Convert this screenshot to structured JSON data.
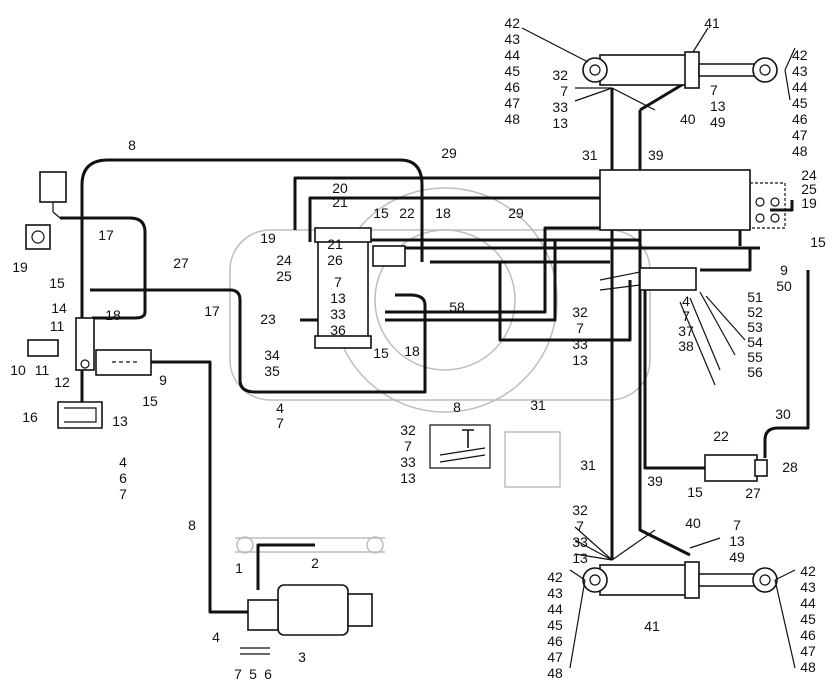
{
  "labels": [
    {
      "id": "top-left-stack",
      "lines": [
        "42",
        "43",
        "44",
        "45",
        "46",
        "47",
        "48"
      ]
    },
    {
      "id": "top-cyl",
      "lines": [
        "41"
      ]
    },
    {
      "id": "top-right-stack",
      "lines": [
        "42",
        "43",
        "44",
        "45",
        "46",
        "47",
        "48"
      ]
    },
    {
      "id": "top-mid-a",
      "lines": [
        "32",
        "7",
        "33",
        "13"
      ]
    },
    {
      "id": "top-mid-b",
      "lines": [
        "7",
        "13",
        "49"
      ]
    },
    {
      "id": "top-40",
      "lines": [
        "40"
      ]
    },
    {
      "id": "top-31",
      "lines": [
        "31"
      ]
    },
    {
      "id": "top-39",
      "lines": [
        "39"
      ]
    },
    {
      "id": "l8-top",
      "lines": [
        "8"
      ]
    },
    {
      "id": "l29",
      "lines": [
        "29"
      ]
    },
    {
      "id": "l17a",
      "lines": [
        "17"
      ]
    },
    {
      "id": "l19a",
      "lines": [
        "19"
      ]
    },
    {
      "id": "l20-21",
      "lines": [
        "20",
        "21"
      ]
    },
    {
      "id": "l15a",
      "lines": [
        "15"
      ]
    },
    {
      "id": "l22a",
      "lines": [
        "22"
      ]
    },
    {
      "id": "l18a",
      "lines": [
        "18"
      ]
    },
    {
      "id": "l29b",
      "lines": [
        "29"
      ]
    },
    {
      "id": "l24-25-19",
      "lines": [
        "24",
        "25",
        "19"
      ]
    },
    {
      "id": "l15r",
      "lines": [
        "15"
      ]
    },
    {
      "id": "l19b",
      "lines": [
        "19"
      ]
    },
    {
      "id": "l21-26",
      "lines": [
        "21",
        "26"
      ]
    },
    {
      "id": "l24-25",
      "lines": [
        "24",
        "25"
      ]
    },
    {
      "id": "l27a",
      "lines": [
        "27"
      ]
    },
    {
      "id": "l17b",
      "lines": [
        "17"
      ]
    },
    {
      "id": "l7-13-33-36",
      "lines": [
        "7",
        "13",
        "33",
        "36"
      ]
    },
    {
      "id": "l58",
      "lines": [
        "58"
      ]
    },
    {
      "id": "l9-50",
      "lines": [
        "9",
        "50"
      ]
    },
    {
      "id": "l4-7-37-38",
      "lines": [
        "4",
        "7",
        "37",
        "38"
      ]
    },
    {
      "id": "l51-56",
      "lines": [
        "51",
        "52",
        "53",
        "54",
        "55",
        "56"
      ]
    },
    {
      "id": "l32-mid",
      "lines": [
        "32",
        "7",
        "33",
        "13"
      ]
    },
    {
      "id": "l15-left",
      "lines": [
        "15"
      ]
    },
    {
      "id": "l14",
      "lines": [
        "14"
      ]
    },
    {
      "id": "l11a",
      "lines": [
        "11"
      ]
    },
    {
      "id": "l18b",
      "lines": [
        "18"
      ]
    },
    {
      "id": "l10",
      "lines": [
        "10"
      ]
    },
    {
      "id": "l11b",
      "lines": [
        "11"
      ]
    },
    {
      "id": "l12",
      "lines": [
        "12"
      ]
    },
    {
      "id": "l9a",
      "lines": [
        "9"
      ]
    },
    {
      "id": "l15b",
      "lines": [
        "15"
      ]
    },
    {
      "id": "l23",
      "lines": [
        "23"
      ]
    },
    {
      "id": "l34-35",
      "lines": [
        "34",
        "35"
      ]
    },
    {
      "id": "l15c",
      "lines": [
        "15"
      ]
    },
    {
      "id": "l18c",
      "lines": [
        "18"
      ]
    },
    {
      "id": "l16",
      "lines": [
        "16"
      ]
    },
    {
      "id": "l13a",
      "lines": [
        "13"
      ]
    },
    {
      "id": "l4-7",
      "lines": [
        "4",
        "7"
      ]
    },
    {
      "id": "l8-mid",
      "lines": [
        "8"
      ]
    },
    {
      "id": "l31-mid",
      "lines": [
        "31"
      ]
    },
    {
      "id": "l30",
      "lines": [
        "30"
      ]
    },
    {
      "id": "l4-6-7",
      "lines": [
        "4",
        "6",
        "7"
      ]
    },
    {
      "id": "l32-low",
      "lines": [
        "32",
        "7",
        "33",
        "13"
      ]
    },
    {
      "id": "l22b",
      "lines": [
        "22"
      ]
    },
    {
      "id": "l28",
      "lines": [
        "28"
      ]
    },
    {
      "id": "l15d",
      "lines": [
        "15"
      ]
    },
    {
      "id": "l27b",
      "lines": [
        "27"
      ]
    },
    {
      "id": "l31-low",
      "lines": [
        "31"
      ]
    },
    {
      "id": "l39-low",
      "lines": [
        "39"
      ]
    },
    {
      "id": "l8-low",
      "lines": [
        "8"
      ]
    },
    {
      "id": "l40-low",
      "lines": [
        "40"
      ]
    },
    {
      "id": "l32-bot",
      "lines": [
        "32",
        "7",
        "33",
        "13"
      ]
    },
    {
      "id": "l7-13-49-bot",
      "lines": [
        "7",
        "13",
        "49"
      ]
    },
    {
      "id": "l1",
      "lines": [
        "1"
      ]
    },
    {
      "id": "l2",
      "lines": [
        "2"
      ]
    },
    {
      "id": "l42-bot-left",
      "lines": [
        "42",
        "43",
        "44",
        "45",
        "46",
        "47",
        "48"
      ]
    },
    {
      "id": "l41-bot",
      "lines": [
        "41"
      ]
    },
    {
      "id": "l42-bot-right",
      "lines": [
        "42",
        "43",
        "44",
        "45",
        "46",
        "47",
        "48"
      ]
    },
    {
      "id": "l3",
      "lines": [
        "3"
      ]
    },
    {
      "id": "l4-bot",
      "lines": [
        "4"
      ]
    },
    {
      "id": "l7-5-6",
      "lines": [
        "7",
        "5",
        "6"
      ]
    }
  ]
}
